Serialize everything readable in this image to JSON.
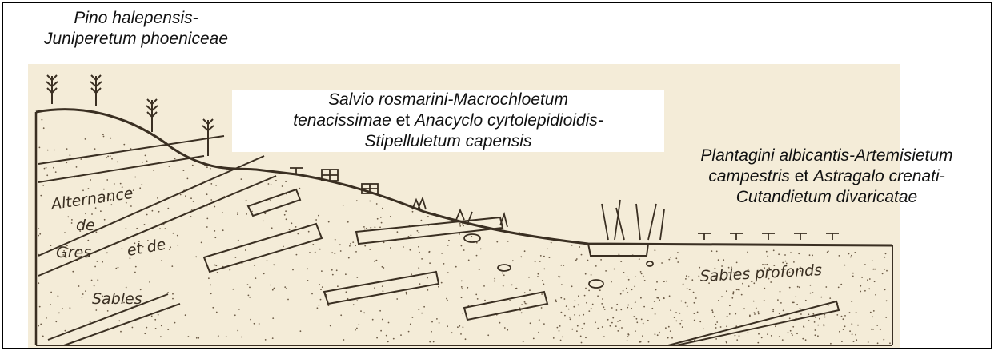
{
  "labels": {
    "top_left": {
      "line1": "Pino halepensis-",
      "line2": "Juniperetum phoeniceae"
    },
    "middle": {
      "line1": "Salvio rosmarini-Macrochloetum",
      "line2a": "tenacissimae",
      "line2b": " et ",
      "line2c": "Anacyclo cyrtolepidioidis-",
      "line3": "Stipelluletum capensis"
    },
    "right": {
      "line1": "Plantagini albicantis-Artemisietum",
      "line2a": "campestris",
      "line2b": " et ",
      "line2c": "Astragalo crenati-",
      "line3": "Cutandietum divaricatae"
    }
  },
  "sketch_text": {
    "alternance": "Alternance",
    "de1": "de",
    "gres": "Gres",
    "et_de": "et de",
    "sables_left": "Sables",
    "sables_profonds": "Sables profonds"
  },
  "colors": {
    "paper": "#f4ecd8",
    "ink": "#3a2f22",
    "frame": "#000000"
  }
}
